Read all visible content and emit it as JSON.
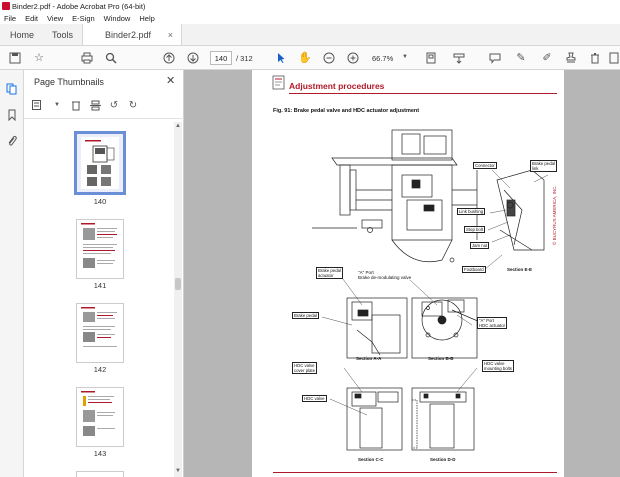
{
  "window": {
    "title": "Binder2.pdf - Adobe Acrobat Pro (64-bit)"
  },
  "menu": [
    "File",
    "Edit",
    "View",
    "E-Sign",
    "Window",
    "Help"
  ],
  "tabs": {
    "home": "Home",
    "tools": "Tools",
    "document": "Binder2.pdf"
  },
  "toolbar": {
    "current_page": "140",
    "total_pages": "/ 312",
    "zoom": "66.7%"
  },
  "sidebar": {
    "title": "Page Thumbnails",
    "thumbnails": [
      {
        "label": "140",
        "selected": true
      },
      {
        "label": "141",
        "selected": false
      },
      {
        "label": "142",
        "selected": false
      },
      {
        "label": "143",
        "selected": false
      }
    ]
  },
  "document": {
    "header": "Adjustment procedures",
    "figure_title": "Fig. 91: Brake pedal valve and HDC actuator adjustment",
    "side_note": "© BUCYRUS AMERICA, INC.",
    "labels": {
      "connector": "Connector",
      "brake_pedal_link_1": "Brake pedal",
      "brake_pedal_link_2": "link",
      "link_bushing": "Link bushing",
      "stop_bolt": "Stop bolt",
      "jam_nut": "Jam nut",
      "footboard": "Footboard",
      "section_ee": "Section E-E",
      "brake_pedal_actuator_1": "Brake pedal",
      "brake_pedal_actuator_2": "actuator",
      "a_port_1": "\"A\" Port",
      "a_port_2": "Brake de-modulating valve",
      "brake_pedal": "Brake pedal",
      "a_port_hdc_1": "\"A\" Port",
      "a_port_hdc_2": "HDC actuator",
      "section_aa": "Section A-A",
      "section_bb": "Section B-B",
      "hdc_cover_1": "HDC valve",
      "hdc_cover_2": "cover plate",
      "hdc_mount_1": "HDC valve",
      "hdc_mount_2": "mounting bolts",
      "hdc_valve": "HDC valve",
      "section_cc": "Section C-C",
      "section_dd": "Section D-D"
    }
  },
  "colors": {
    "accent_red": "#b0192a",
    "selection_blue": "#6a8fd6",
    "viewer_bg": "#b6b6b6"
  }
}
